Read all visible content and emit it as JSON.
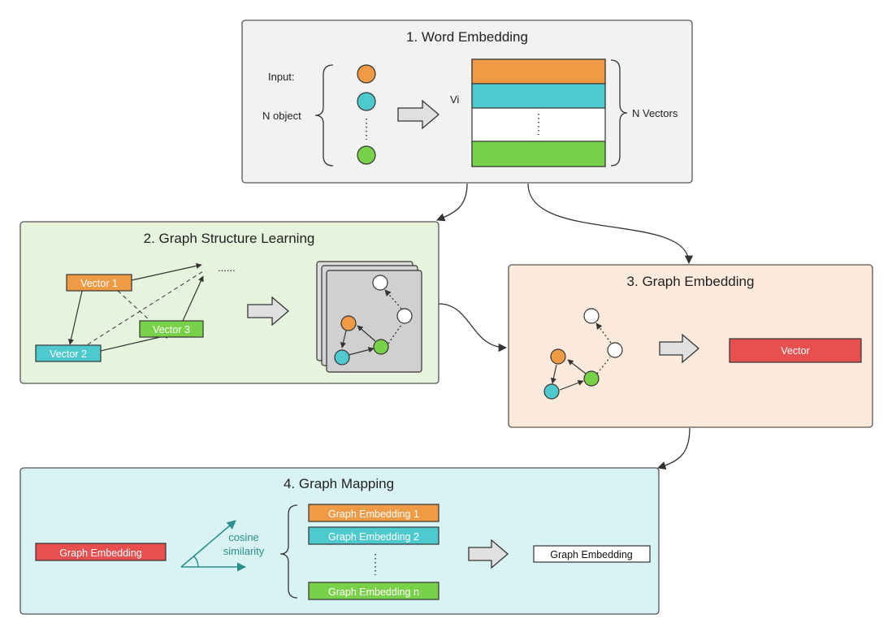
{
  "colors": {
    "orange": "#ef9a45",
    "teal": "#4ec9cd",
    "green": "#79d149",
    "red": "#e8504f",
    "panel1_bg": "#f2f2f2",
    "panel2_bg": "#e7f4dd",
    "panel3_bg": "#fcebdc",
    "panel4_bg": "#d9f2f3"
  },
  "panel1": {
    "title": "1. Word Embedding",
    "input_label": "Input:",
    "n_object_label": "N object",
    "vi_label": "Vi",
    "n_vectors_label": "N Vectors",
    "dots": "⋮"
  },
  "panel2": {
    "title": "2. Graph Structure Learning",
    "vector1": "Vector 1",
    "vector2": "Vector 2",
    "vector3": "Vector 3",
    "ellipsis": "......"
  },
  "panel3": {
    "title": "3. Graph Embedding",
    "vector": "Vector"
  },
  "panel4": {
    "title": "4. Graph Mapping",
    "input_embedding": "Graph Embedding",
    "cosine_line1": "cosine",
    "cosine_line2": "similarity",
    "embedding_1": "Graph Embedding 1",
    "embedding_2": "Graph Embedding 2",
    "embedding_n": "Graph Embedding n",
    "dots": "⋮",
    "output_embedding": "Graph Embedding"
  }
}
